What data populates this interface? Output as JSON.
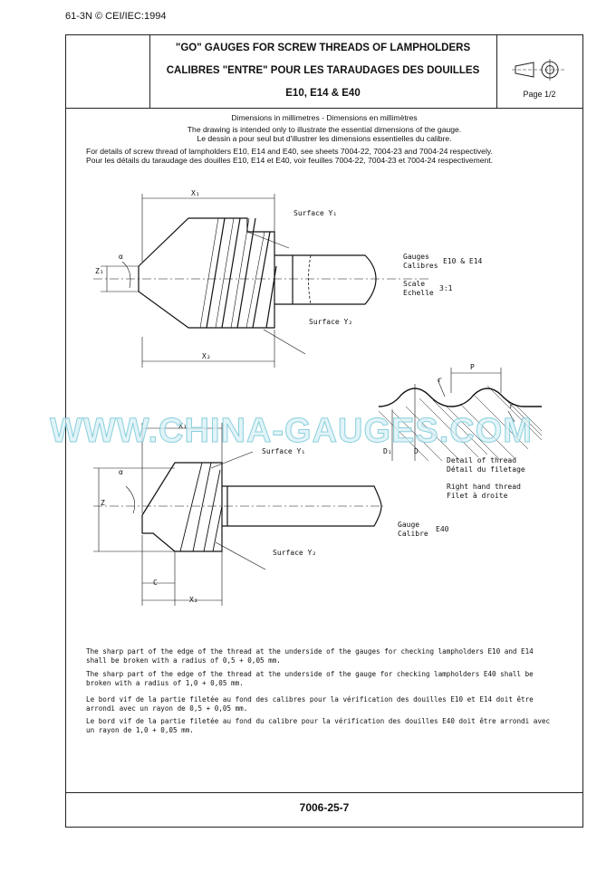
{
  "doc_ref": "61-3N © CEI/IEC:1994",
  "header": {
    "title_en": "\"GO\" GAUGES FOR SCREW THREADS OF LAMPHOLDERS",
    "title_fr": "CALIBRES \"ENTRE\" POUR LES TARAUDAGES DES DOUILLES",
    "types": "E10, E14 & E40",
    "page": "Page 1/2",
    "symbol": "cone-projection-symbol-icon"
  },
  "intro": {
    "dims": "Dimensions in millimetres - Dimensions en millimètres",
    "note_en": "The drawing is intended only to illustrate the essential dimensions of the gauge.",
    "note_fr": "Le dessin a pour seul but d'illustrer les dimensions essentielles du calibre.",
    "details_en": "For details of screw thread of lampholders E10, E14 and E40, see sheets 7004-22, 7004-23 and 7004-24 respectively.",
    "details_fr": "Pour les détails du taraudage des douilles E10, E14 et E40, voir feuilles 7004-22, 7004-23 et 7004-24 respectivement."
  },
  "figure1": {
    "x1": "X₁",
    "x2": "X₂",
    "z1": "Z₁",
    "alpha": "α",
    "surface_y1": "Surface Y₁",
    "surface_y2": "Surface Y₂",
    "gauges_en": "Gauges",
    "gauges_fr": "Calibres",
    "gauges_val": "E10 & E14",
    "scale_en": "Scale",
    "scale_fr": "Echelle",
    "scale_val": "3:1"
  },
  "figure2": {
    "x1": "X₁",
    "x2": "X₂",
    "z": "Z",
    "c": "C",
    "alpha": "α",
    "surface_y1": "Surface Y₁",
    "surface_y2": "Surface Y₂",
    "gauge_en": "Gauge",
    "gauge_fr": "Calibre",
    "gauge_val": "E40"
  },
  "thread_detail": {
    "p": "P",
    "r": "r",
    "d1": "D₁",
    "d": "D",
    "detail_en": "Detail of thread",
    "detail_fr": "Détail du filetage",
    "rh_en": "Right hand thread",
    "rh_fr": "Filet à droite"
  },
  "notes": [
    "The sharp part of the edge of the thread at the underside of the gauges for checking lampholders E10 and E14 shall be broken with a radius of 0,5 + 0,05 mm.",
    "The sharp part of the edge of the thread at the underside of the gauge for checking lampholders E40 shall be broken with a radius of 1,0 + 0,05 mm.",
    "Le bord vif de la partie filetée au fond des calibres pour la vérification des douilles E10 et E14 doit être arrondi avec un rayon de 0,5 + 0,05 mm.",
    "Le bord vif de la partie filetée au fond du calibre pour la vérification des douilles E40 doit être arrondi avec un rayon de 1,0 + 0,05 mm."
  ],
  "footer": {
    "sheet_no": "7006-25-7"
  },
  "watermark": "WWW.CHINA-GAUGES.COM"
}
